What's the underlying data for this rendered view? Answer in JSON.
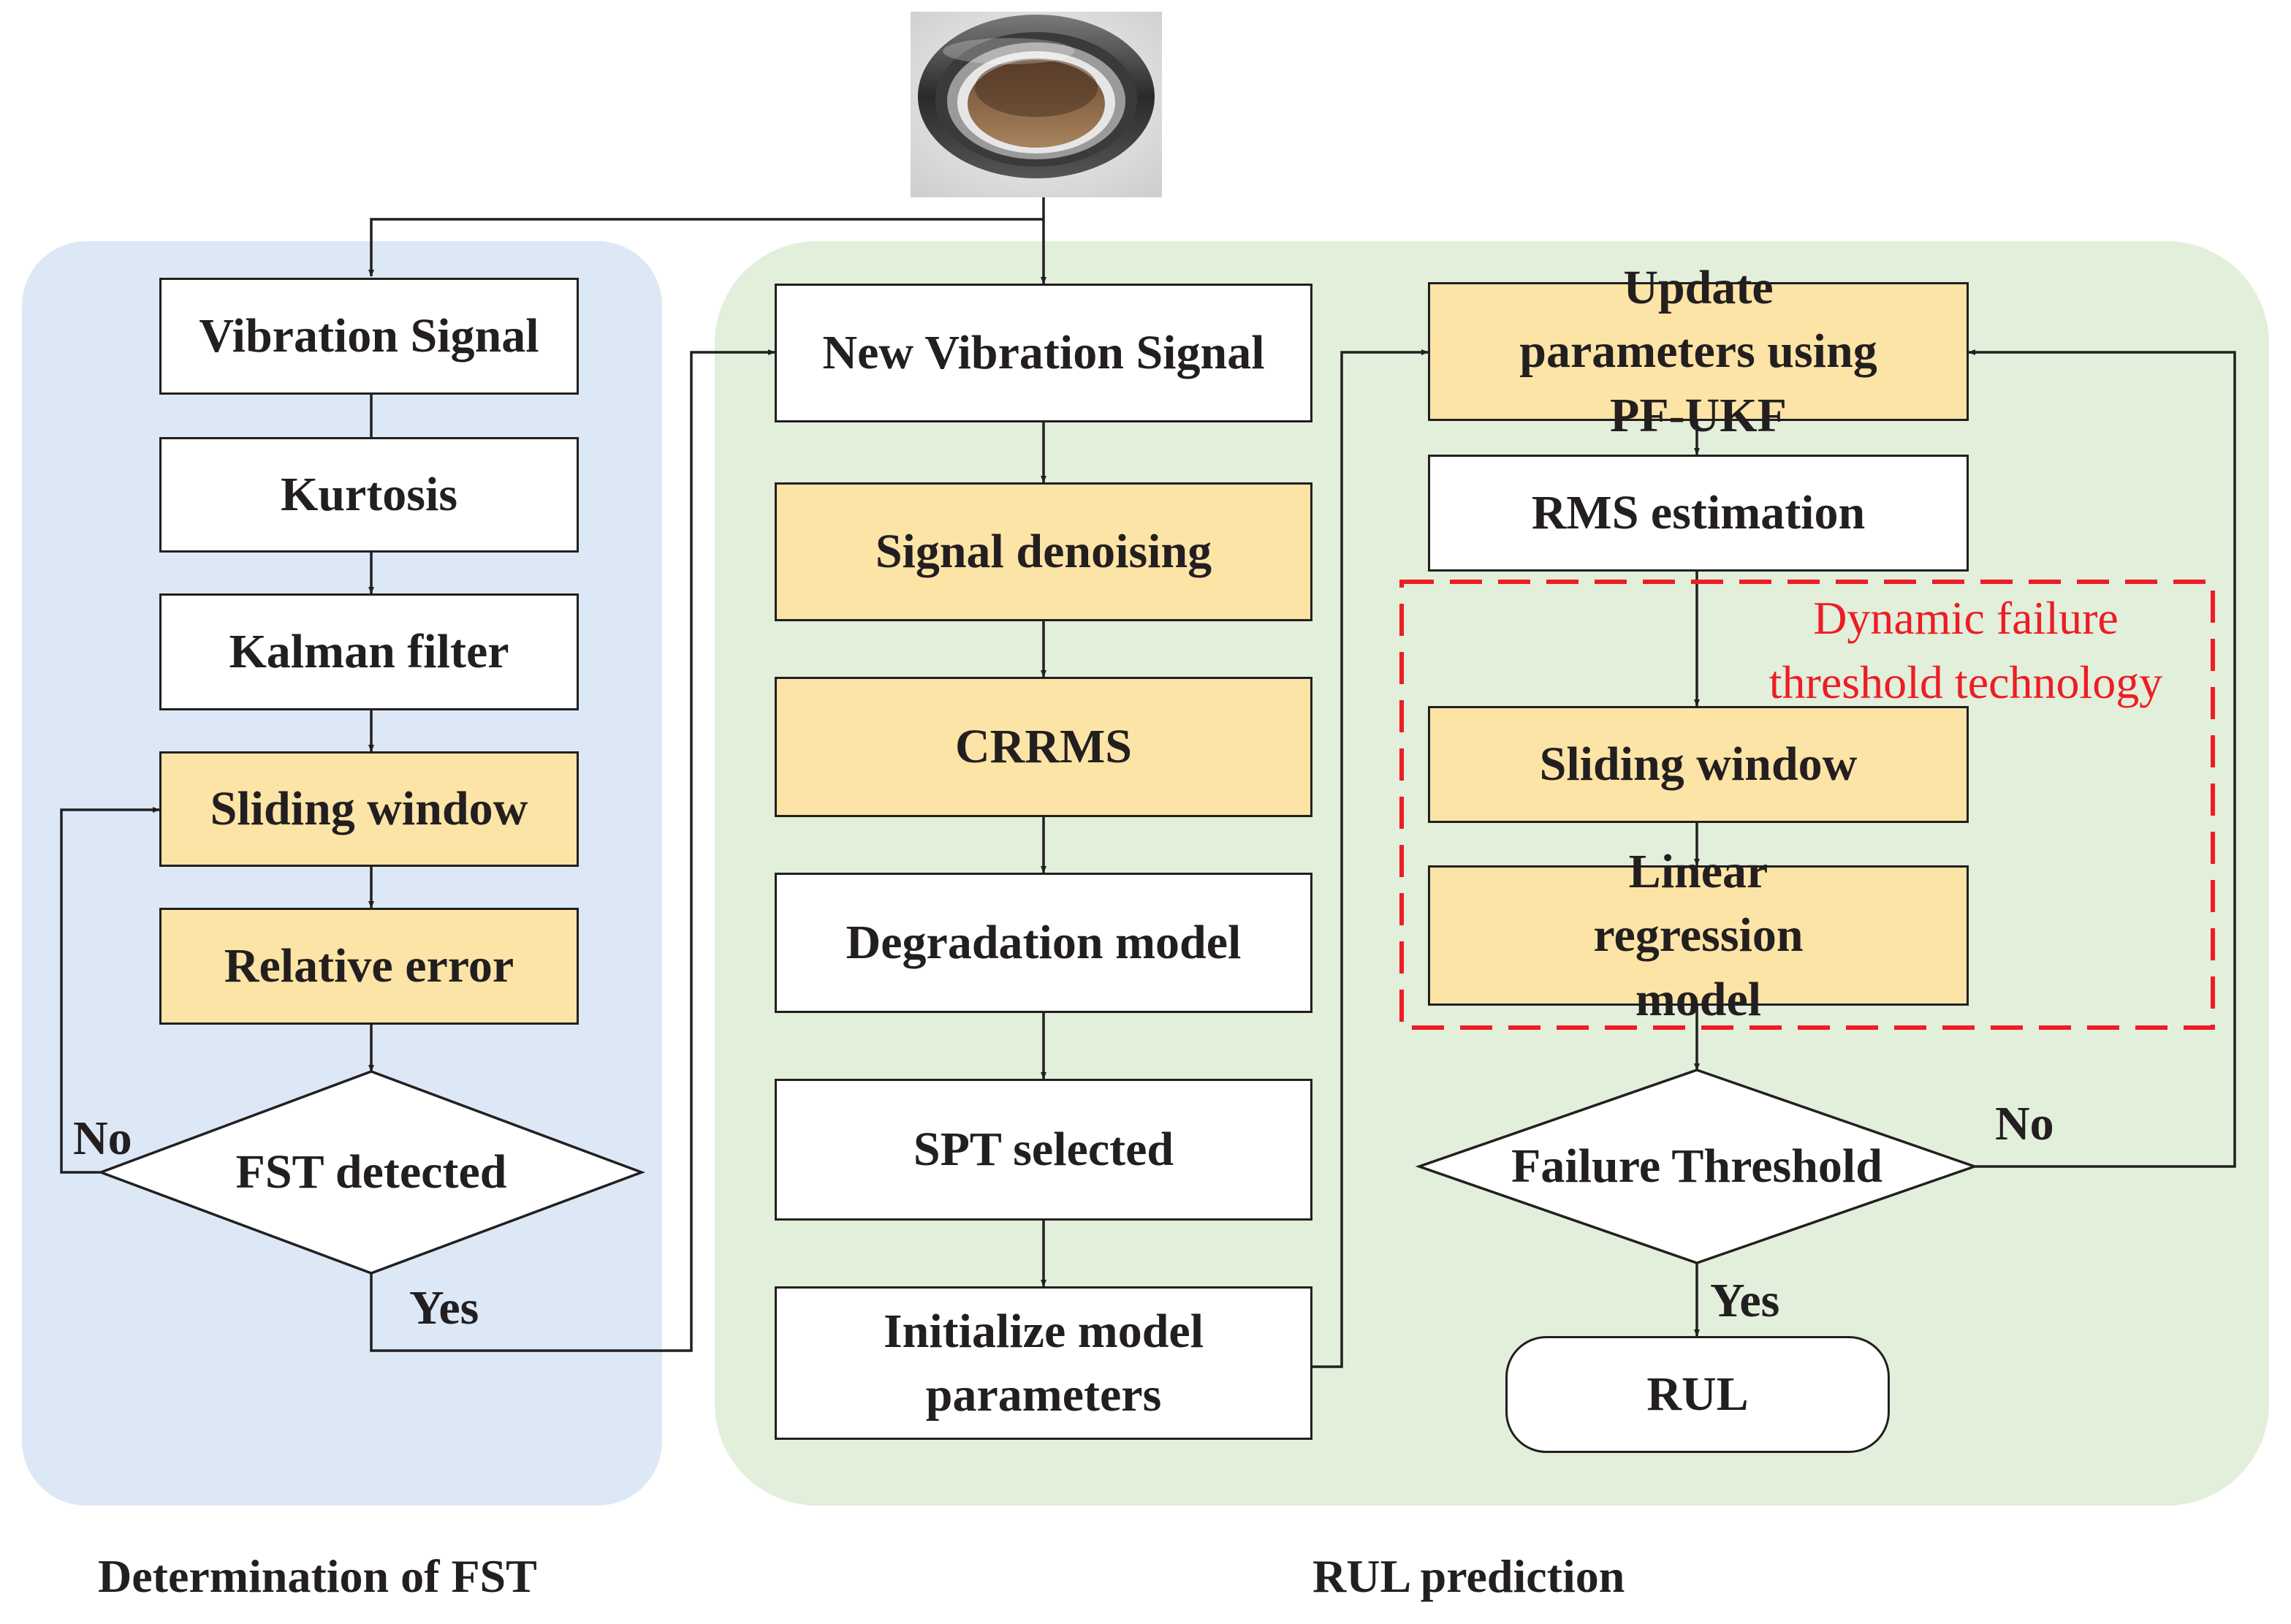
{
  "panels": {
    "left": {
      "label": "Determination of FST",
      "color": "#dce8f5"
    },
    "right": {
      "label": "RUL prediction",
      "color": "#e2efda"
    }
  },
  "colors": {
    "highlight_box": "#fce4a6",
    "dynamic_region": "#ee1c25",
    "line": "#231f20"
  },
  "images": {
    "bearing": "ball bearing photo"
  },
  "fst_steps": {
    "vibration_signal": "Vibration Signal",
    "kurtosis": "Kurtosis",
    "kalman_filter": "Kalman filter",
    "sliding_window": "Sliding window",
    "relative_error": "Relative error",
    "fst_detected": "FST detected"
  },
  "rul_steps": {
    "new_vibration_signal": "New Vibration Signal",
    "signal_denoising": "Signal denoising",
    "crrms": "CRRMS",
    "degradation_model": "Degradation model",
    "spt_selected": "SPT selected",
    "initialize_params": "Initialize model parameters",
    "update_params": "Update parameters using PF-UKF",
    "rms_estimation": "RMS estimation",
    "sliding_window": "Sliding window",
    "linear_regression": "Linear regression model",
    "failure_threshold": "Failure Threshold",
    "rul": "RUL"
  },
  "dynamic_region": {
    "label": "Dynamic failure threshold technology"
  },
  "branch_labels": {
    "fst_no": "No",
    "fst_yes": "Yes",
    "threshold_no": "No",
    "threshold_yes": "Yes"
  }
}
